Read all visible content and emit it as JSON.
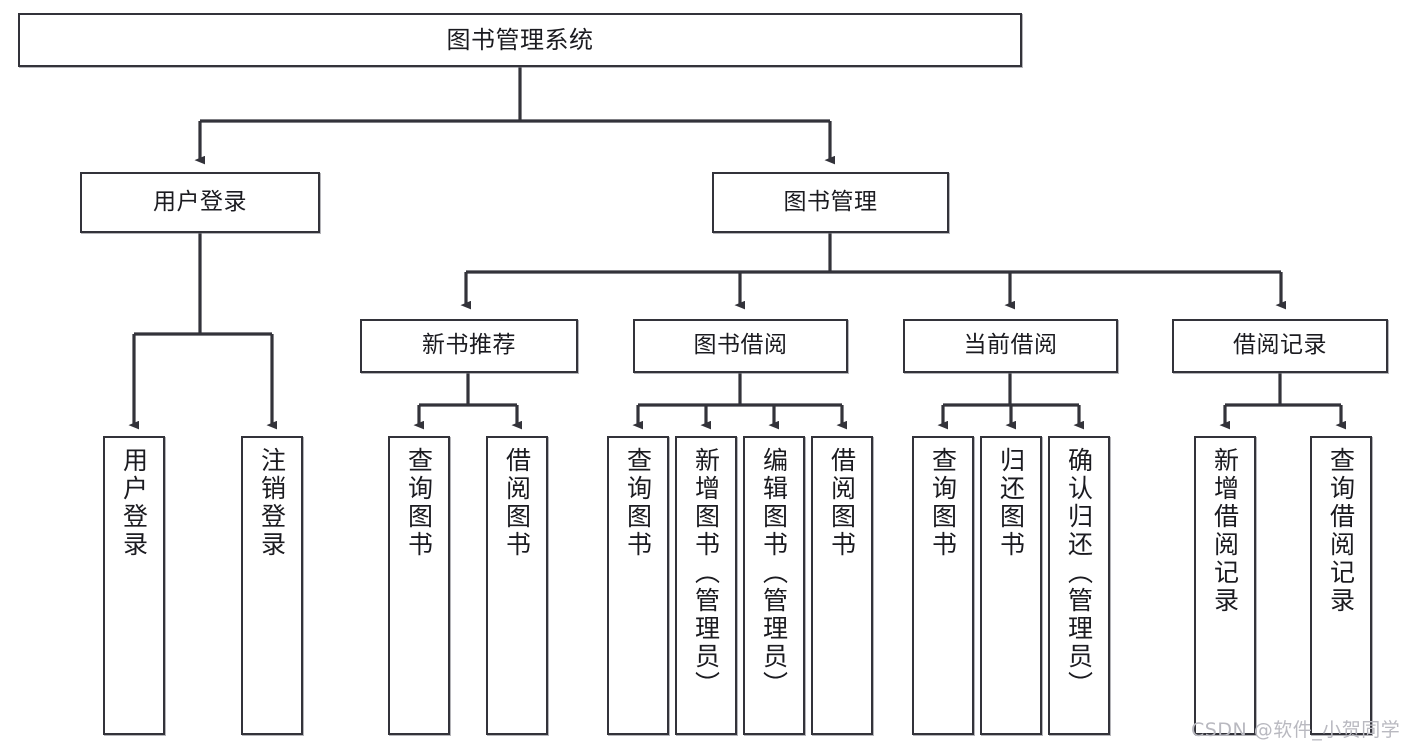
{
  "diagram": {
    "title": "图书管理系统",
    "watermark": "CSDN @软件_小贺同学",
    "line_color": "#33333a",
    "box_fill": "#ffffff",
    "text_color": "#1b1b20",
    "watermark_color": "#b9b9c0"
  },
  "nodes": {
    "root": {
      "label": "图书管理系统"
    },
    "level2": [
      {
        "id": "user-login",
        "label": "用户登录"
      },
      {
        "id": "book-manage",
        "label": "图书管理"
      }
    ],
    "level3": [
      {
        "id": "new-book-recommend",
        "label": "新书推荐"
      },
      {
        "id": "book-borrow",
        "label": "图书借阅"
      },
      {
        "id": "current-borrow",
        "label": "当前借阅"
      },
      {
        "id": "borrow-record",
        "label": "借阅记录"
      }
    ],
    "leaves": {
      "user_login": [
        {
          "id": "leaf-user-login",
          "label": "用户登录"
        },
        {
          "id": "leaf-logout-login",
          "label": "注销登录"
        }
      ],
      "new_book_recommend": [
        {
          "id": "leaf-query-book-1",
          "label": "查询图书"
        },
        {
          "id": "leaf-borrow-book-1",
          "label": "借阅图书"
        }
      ],
      "book_borrow": [
        {
          "id": "leaf-query-book-2",
          "label": "查询图书"
        },
        {
          "id": "leaf-add-book",
          "label": "新增图书（管理员）"
        },
        {
          "id": "leaf-edit-book",
          "label": "编辑图书（管理员）"
        },
        {
          "id": "leaf-borrow-book-2",
          "label": "借阅图书"
        }
      ],
      "current_borrow": [
        {
          "id": "leaf-query-book-3",
          "label": "查询图书"
        },
        {
          "id": "leaf-return-book",
          "label": "归还图书"
        },
        {
          "id": "leaf-confirm-return",
          "label": "确认归还（管理员）"
        }
      ],
      "borrow_record": [
        {
          "id": "leaf-add-borrow-record",
          "label": "新增借阅记录"
        },
        {
          "id": "leaf-query-borrow-record",
          "label": "查询借阅记录"
        }
      ]
    }
  }
}
